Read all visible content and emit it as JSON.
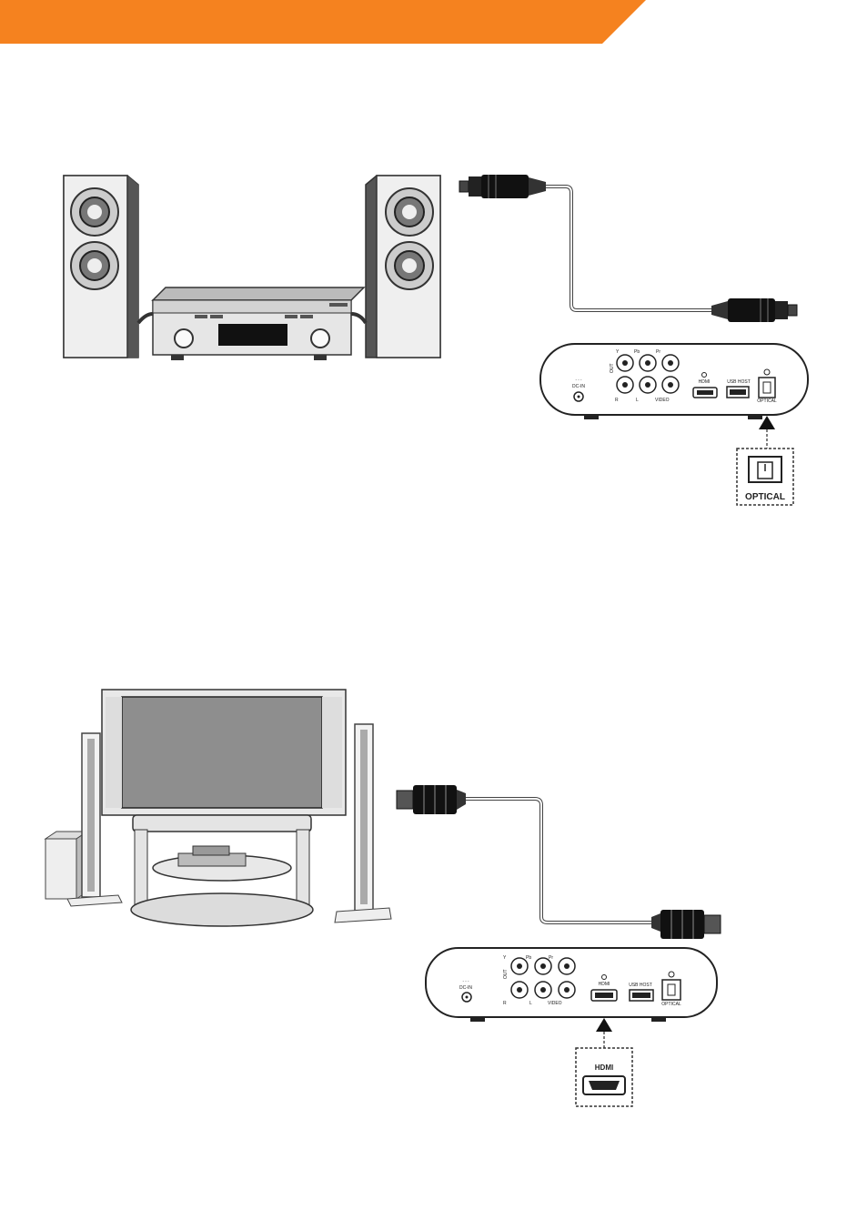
{
  "header": {
    "accent_color": "#F5821F"
  },
  "device": {
    "ports": {
      "y": "Y",
      "pb": "Pb",
      "pr": "Pr",
      "out": "OUT",
      "r": "R",
      "l": "L",
      "video": "VIDEO",
      "dc_in": "DC-IN",
      "hdmi": "HDMI",
      "usb_host": "USB HOST",
      "optical": "OPTICAL"
    }
  },
  "callouts": {
    "optical": "OPTICAL",
    "hdmi": "HDMI"
  },
  "icons": {
    "speaker": "speaker-icon",
    "amplifier": "amplifier-icon",
    "tv": "tv-icon",
    "optical_plug": "optical-plug-icon",
    "hdmi_plug": "hdmi-plug-icon",
    "arrow": "arrow-up-icon"
  }
}
